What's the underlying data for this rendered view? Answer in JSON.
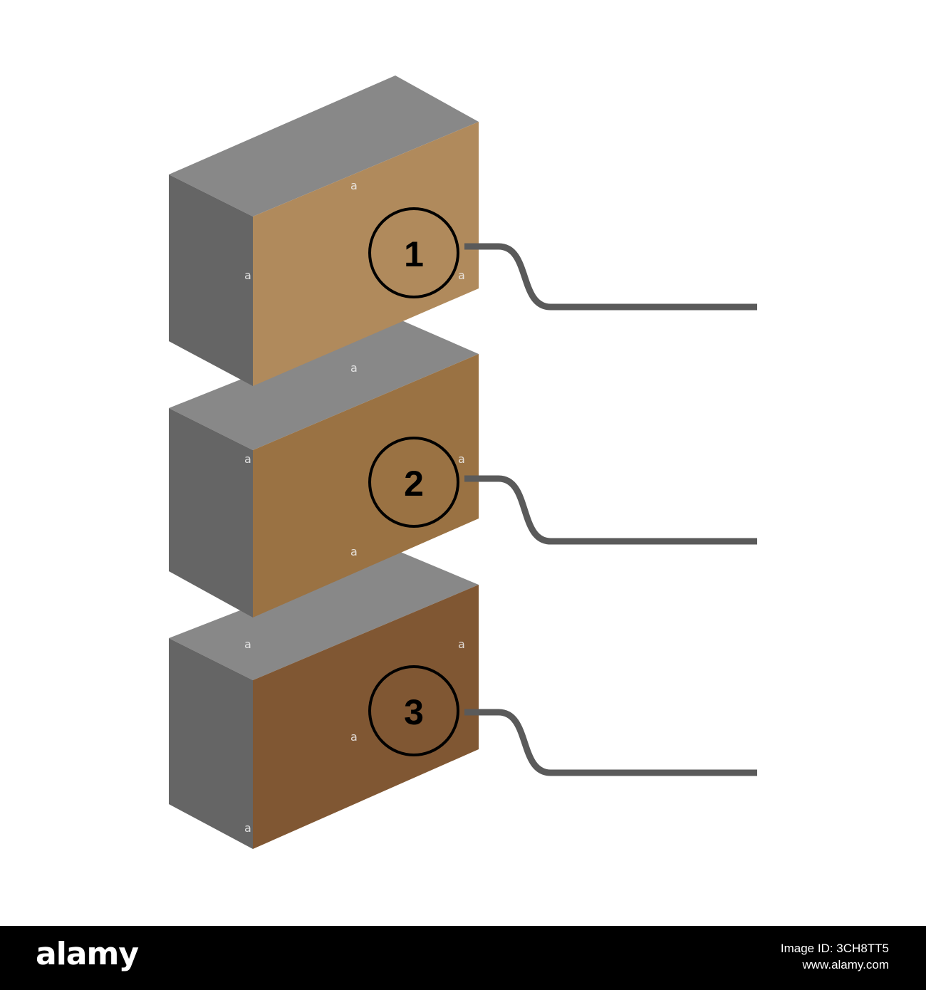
{
  "steps": [
    {
      "number": "1",
      "front_color": "#b08a5c"
    },
    {
      "number": "2",
      "front_color": "#9a7243"
    },
    {
      "number": "3",
      "front_color": "#805733"
    }
  ],
  "colors": {
    "top_face": "#888888",
    "side_face": "#656565",
    "leader_line": "#5a5a5a",
    "circle_stroke": "#000000",
    "background": "#ffffff",
    "footer": "#000000"
  },
  "footer": {
    "logo": "alamy",
    "image_id": "Image ID: 3CH8TT5",
    "site": "www.alamy.com"
  }
}
